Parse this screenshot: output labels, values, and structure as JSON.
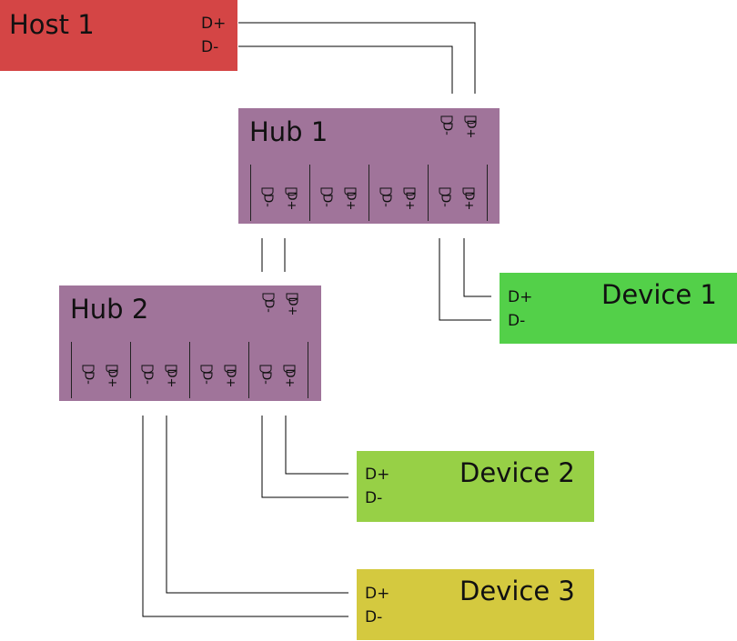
{
  "colors": {
    "host": "#d44545",
    "hub": "#a0749a",
    "device1": "#53d049",
    "device2": "#97d046",
    "device3": "#d4c93f",
    "wire": "#000000"
  },
  "host": {
    "title": "Host 1",
    "d_plus": "D+",
    "d_minus": "D-"
  },
  "hub1": {
    "title": "Hub 1",
    "upstream": {
      "d_minus": "D-",
      "d_plus": "D+"
    },
    "ports": [
      {
        "d_minus": "D-",
        "d_plus": "D+"
      },
      {
        "d_minus": "D-",
        "d_plus": "D+"
      },
      {
        "d_minus": "D-",
        "d_plus": "D+"
      },
      {
        "d_minus": "D-",
        "d_plus": "D+"
      }
    ]
  },
  "hub2": {
    "title": "Hub 2",
    "upstream": {
      "d_minus": "D-",
      "d_plus": "D+"
    },
    "ports": [
      {
        "d_minus": "D-",
        "d_plus": "D+"
      },
      {
        "d_minus": "D-",
        "d_plus": "D+"
      },
      {
        "d_minus": "D-",
        "d_plus": "D+"
      },
      {
        "d_minus": "D-",
        "d_plus": "D+"
      }
    ]
  },
  "device1": {
    "title": "Device 1",
    "d_plus": "D+",
    "d_minus": "D-"
  },
  "device2": {
    "title": "Device 2",
    "d_plus": "D+",
    "d_minus": "D-"
  },
  "device3": {
    "title": "Device 3",
    "d_plus": "D+",
    "d_minus": "D-"
  }
}
